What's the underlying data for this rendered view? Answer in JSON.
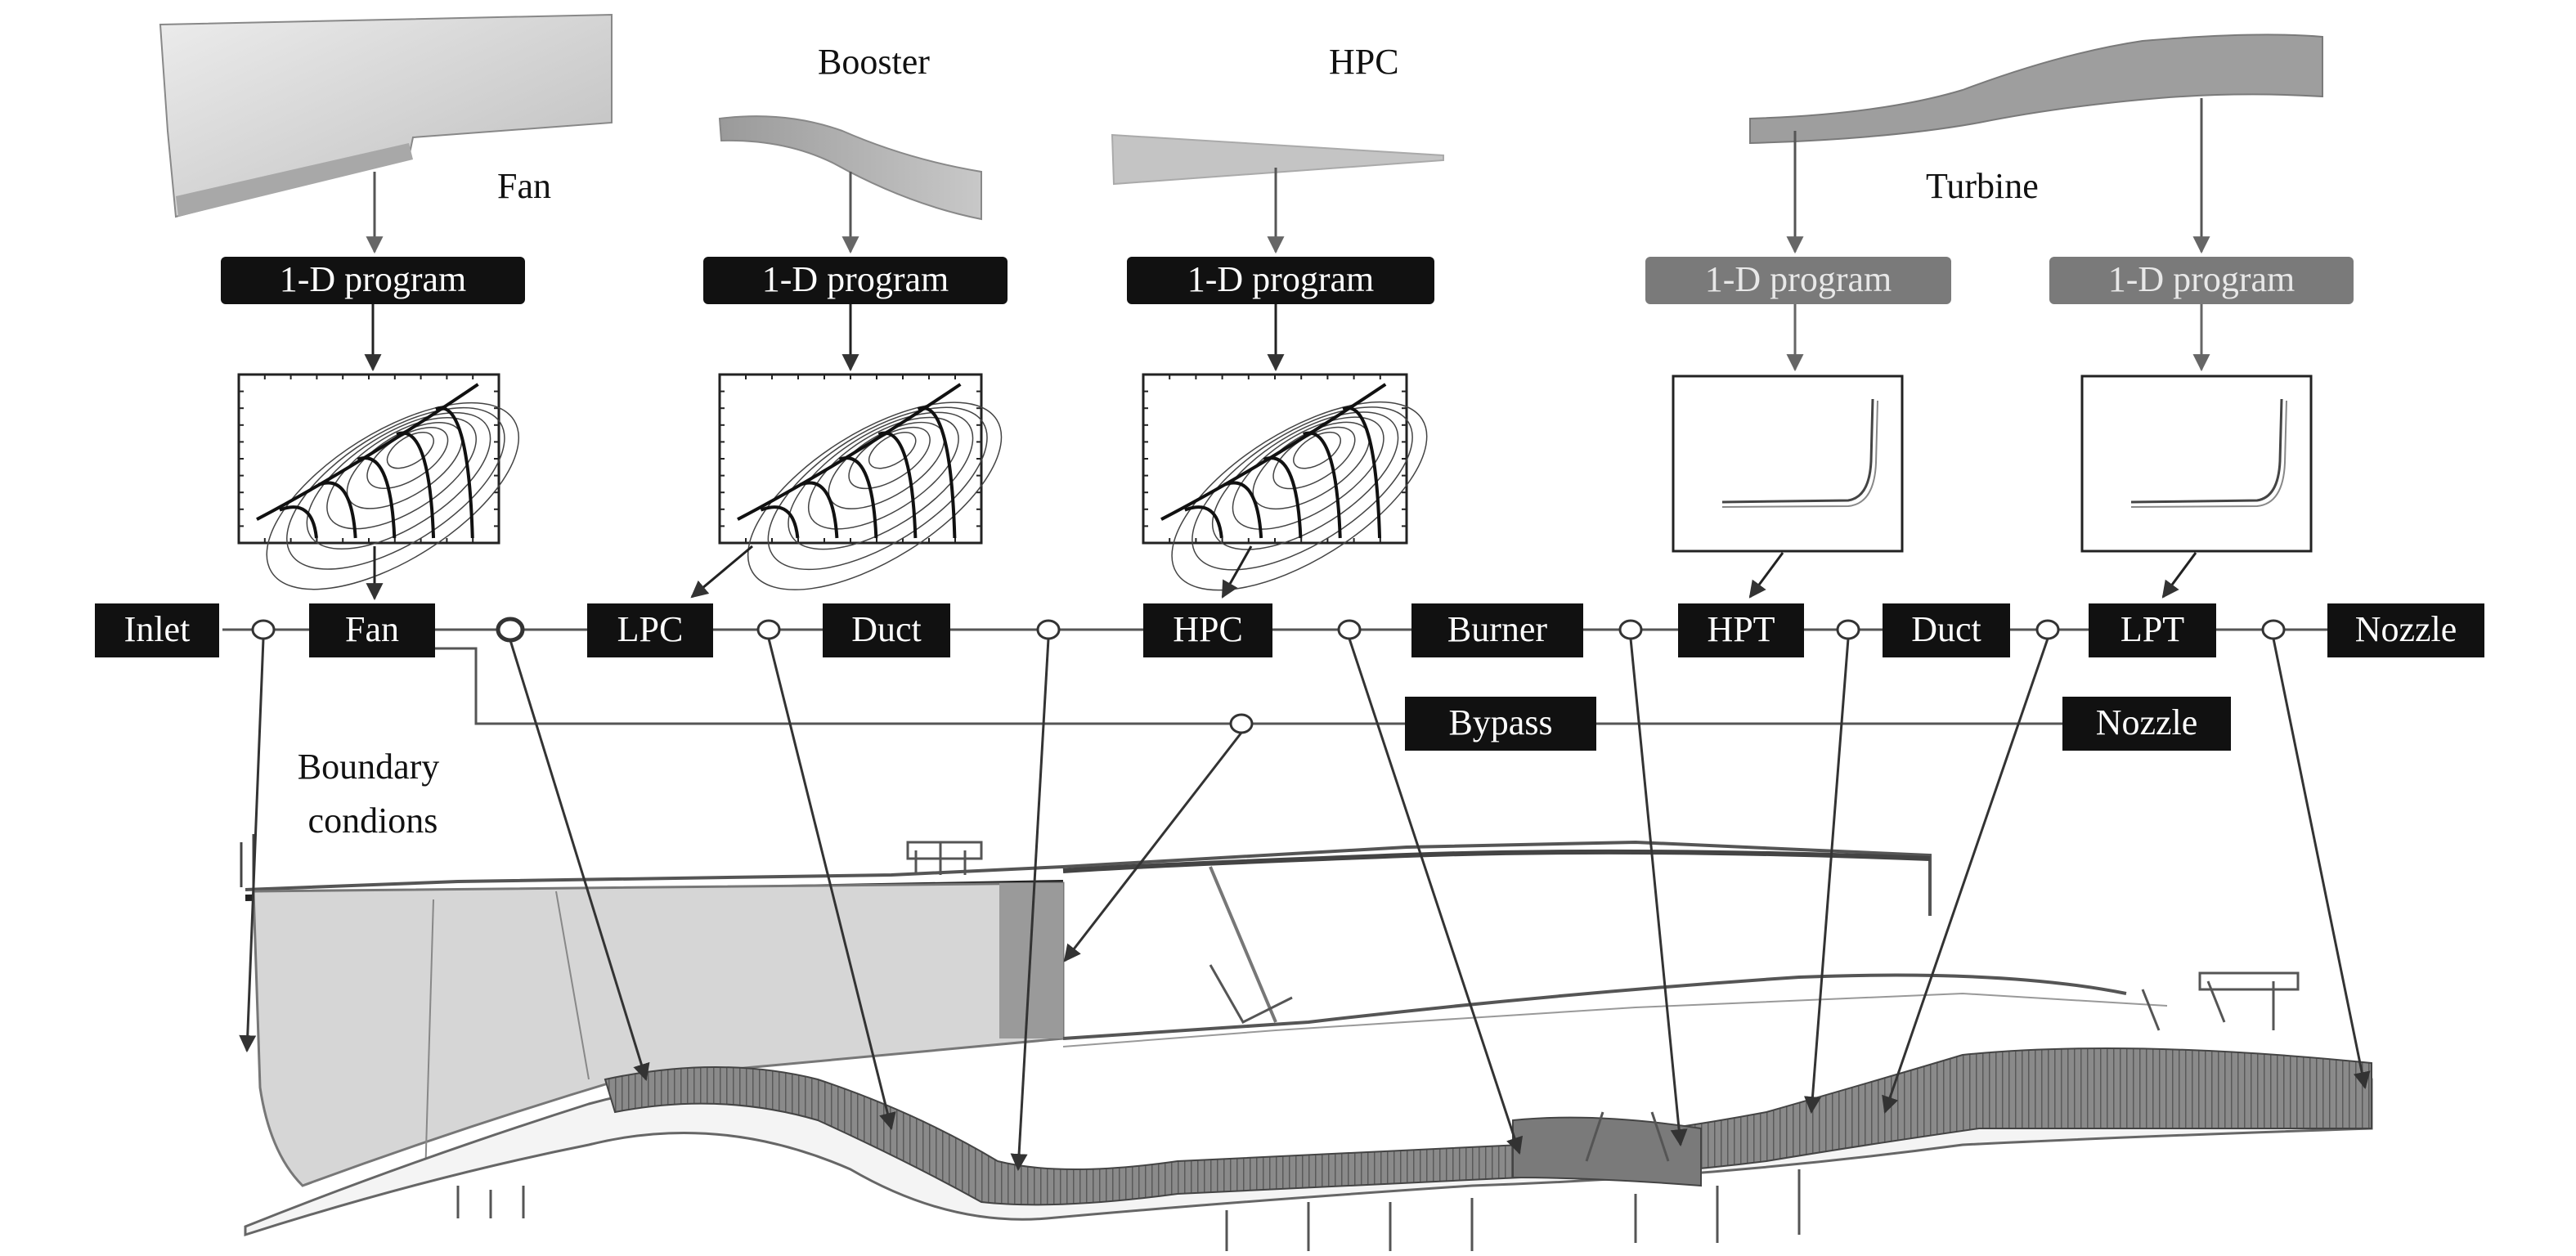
{
  "component_labels": {
    "fan": "Fan",
    "booster": "Booster",
    "hpc": "HPC",
    "turbine": "Turbine"
  },
  "program_boxes": [
    {
      "id": "fan",
      "label": "1-D program",
      "tone": "dark"
    },
    {
      "id": "booster",
      "label": "1-D program",
      "tone": "dark"
    },
    {
      "id": "hpc",
      "label": "1-D program",
      "tone": "dark"
    },
    {
      "id": "hpt",
      "label": "1-D program",
      "tone": "gray"
    },
    {
      "id": "lpt",
      "label": "1-D program",
      "tone": "gray"
    }
  ],
  "map_plots": [
    {
      "id": "fan",
      "kind": "compressor"
    },
    {
      "id": "booster",
      "kind": "compressor"
    },
    {
      "id": "hpc",
      "kind": "compressor"
    },
    {
      "id": "hpt",
      "kind": "turbine"
    },
    {
      "id": "lpt",
      "kind": "turbine"
    }
  ],
  "flow_chain": {
    "core": [
      "Inlet",
      "Fan",
      "LPC",
      "Duct",
      "HPC",
      "Burner",
      "HPT",
      "Duct",
      "LPT",
      "Nozzle"
    ],
    "bypass": [
      "Bypass",
      "Nozzle"
    ]
  },
  "boundary_label": [
    "Boundary",
    "condions"
  ],
  "colors": {
    "box_dark": "#111111",
    "box_gray": "#7a7a7a",
    "node_text": "#ffffff",
    "line": "#555555",
    "flowpath_fill": "#8a8a8a",
    "fan_fill": "#d6d6d6"
  }
}
